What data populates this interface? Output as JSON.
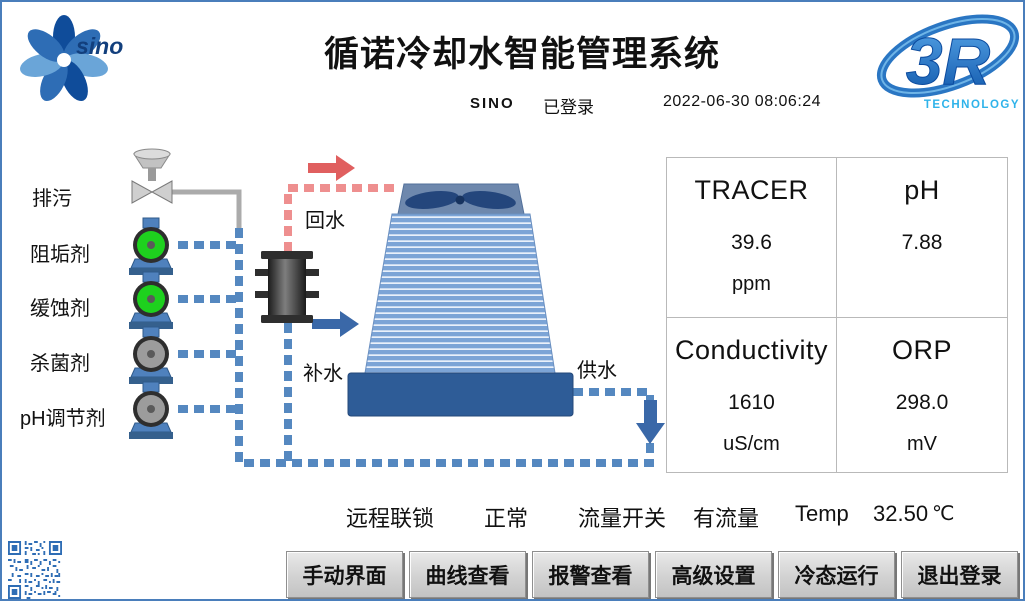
{
  "page": {
    "title": "循诺冷却水智能管理系统"
  },
  "header": {
    "user": "SINO",
    "login_status": "已登录",
    "datetime": "2022-06-30 08:06:24"
  },
  "logos": {
    "sino_text": "sino",
    "right_text": "3R",
    "right_sub": "TECHNOLOGY"
  },
  "chemicals": {
    "drain": {
      "label": "排污"
    },
    "pumps": [
      {
        "label": "阻垢剂",
        "color": "#1ed11e"
      },
      {
        "label": "缓蚀剂",
        "color": "#1ed11e"
      },
      {
        "label": "杀菌剂",
        "color": "#9c9c9c"
      },
      {
        "label": "pH调节剂",
        "color": "#9c9c9c"
      }
    ]
  },
  "diagram": {
    "return_water": "回水",
    "makeup_water": "补水",
    "supply_water": "供水"
  },
  "metrics": [
    {
      "name": "TRACER",
      "value": "39.6",
      "unit": "ppm"
    },
    {
      "name": "pH",
      "value": "7.88",
      "unit": ""
    },
    {
      "name": "Conductivity",
      "value": "1610",
      "unit": "uS/cm"
    },
    {
      "name": "ORP",
      "value": "298.0",
      "unit": "mV"
    }
  ],
  "status": {
    "interlock_label": "远程联锁",
    "interlock_value": "正常",
    "flow_label": "流量开关",
    "flow_value": "有流量",
    "temp_label": "Temp",
    "temp_value": "32.50",
    "temp_unit": "℃"
  },
  "buttons": [
    "手动界面",
    "曲线查看",
    "报警查看",
    "高级设置",
    "冷态运行",
    "退出登录"
  ]
}
